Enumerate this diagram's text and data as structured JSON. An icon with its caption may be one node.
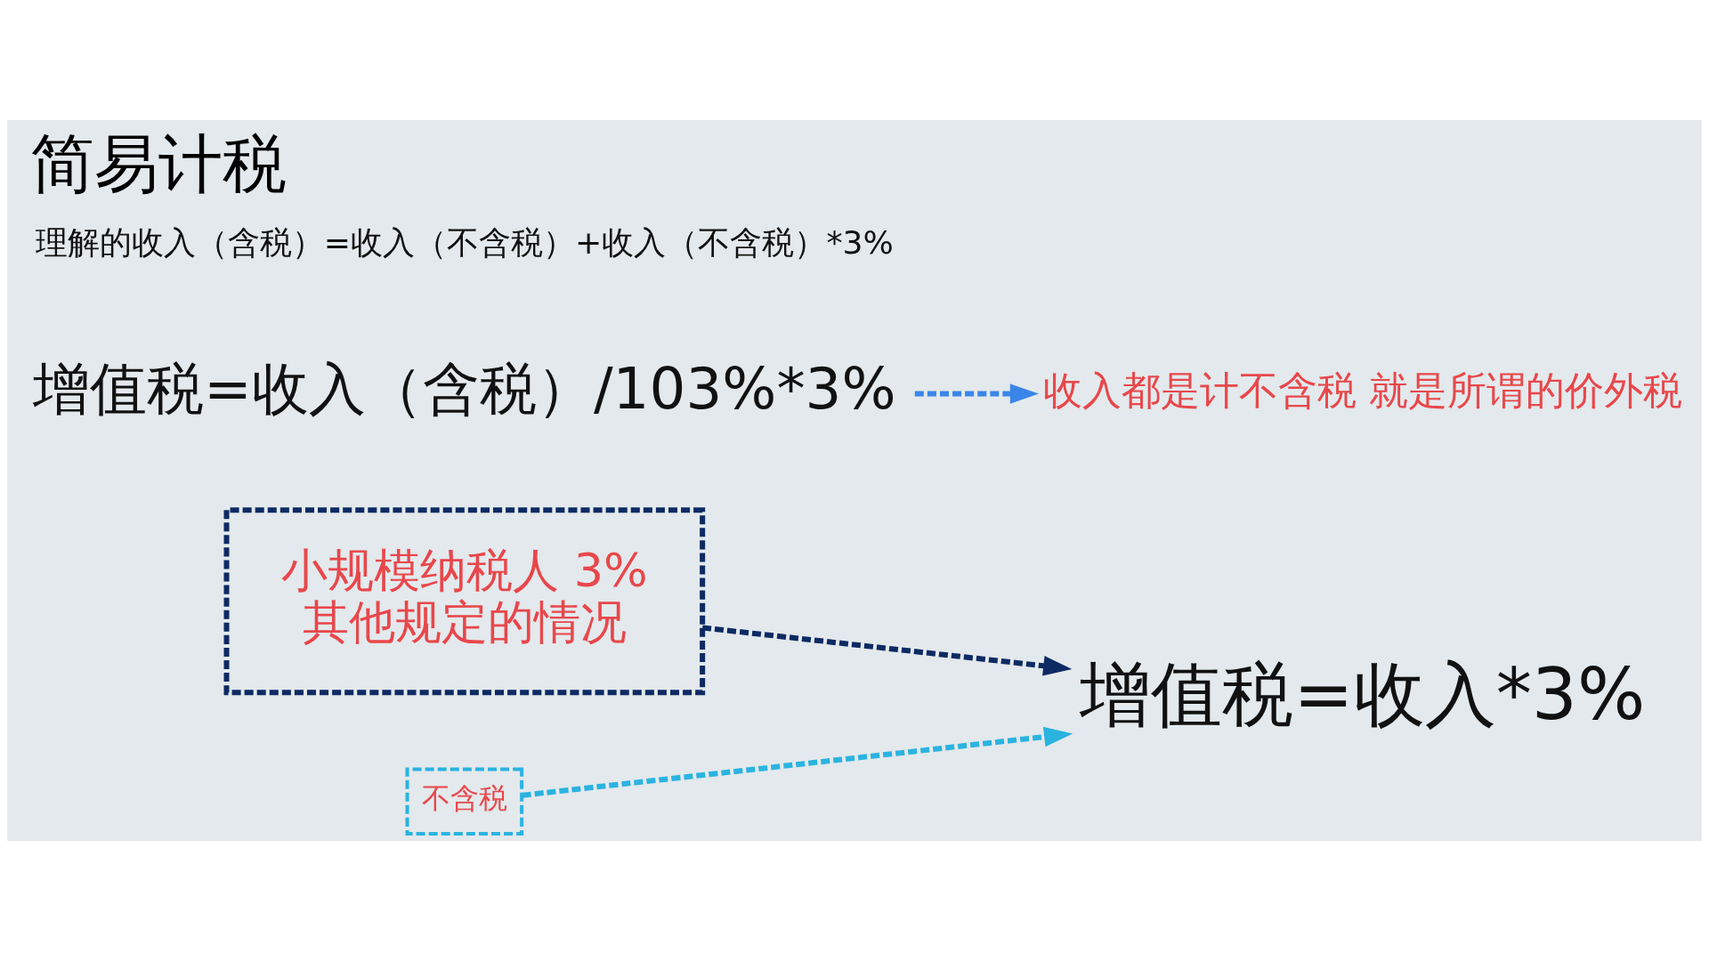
{
  "diagram": {
    "title": "简易计税",
    "nodes": [
      {
        "text": [
          "小规模纳税人 3%",
          "其他规定的情况"
        ]
      },
      {
        "text": [
          "增值税=收入*3%"
        ]
      },
      {
        "text": [
          "不含税"
        ]
      },
      {
        "text": [
          "增值税=收入（含税）/103%*3%"
        ]
      },
      {
        "text": [
          "收入都是计不含税 就是所谓的价外税"
        ]
      }
    ],
    "edges": [
      {
        "from": 0,
        "to": 1,
        "arrow": "to",
        "style": "dashed",
        "color": "#0d2a63"
      },
      {
        "from": 2,
        "to": 1,
        "arrow": "to",
        "style": "dashed",
        "color": "#2bb3e0"
      },
      {
        "from": 3,
        "to": 4,
        "arrow": "to",
        "style": "dashed",
        "color": "#3a86e8"
      }
    ],
    "labels": [
      "理解的收入（含税）=收入（不含税）+收入（不含税）*3%"
    ]
  }
}
